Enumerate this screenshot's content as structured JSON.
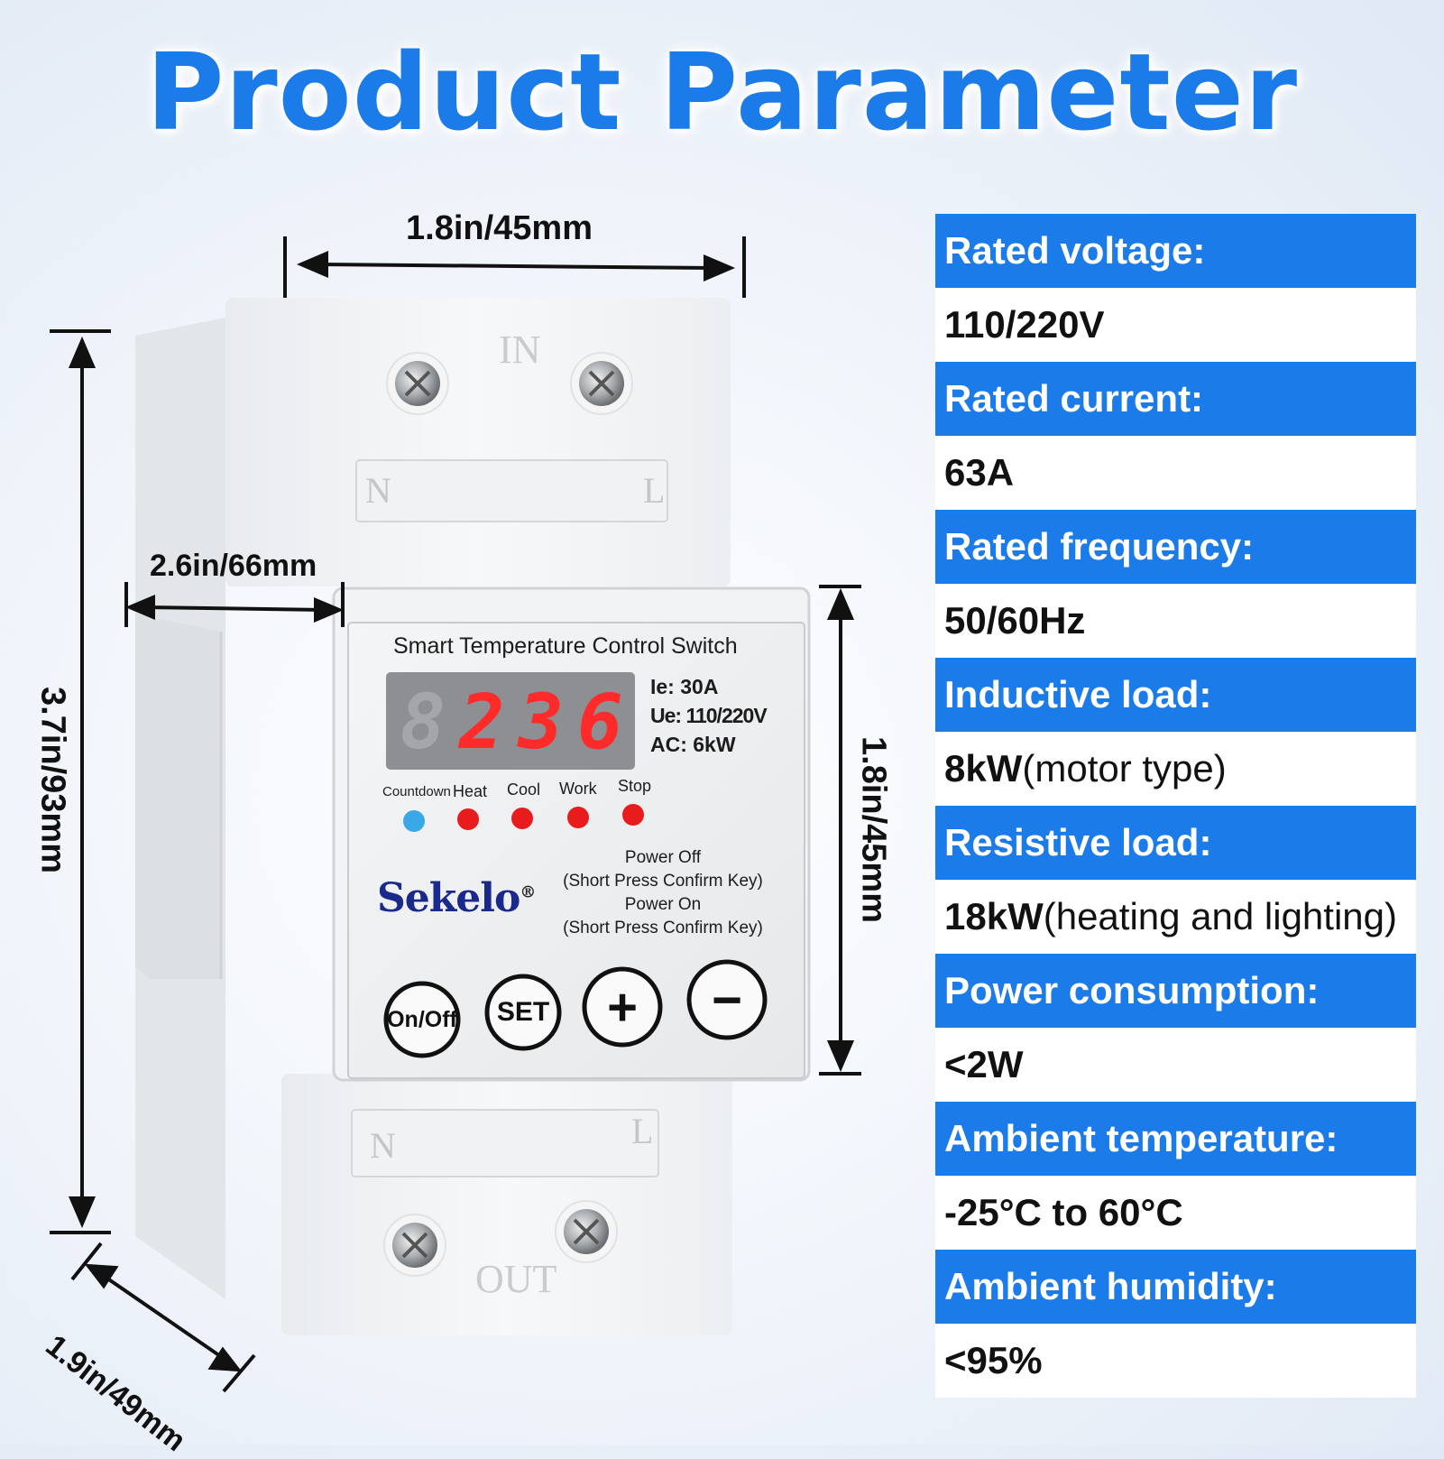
{
  "title": "Product Parameter",
  "dimensions": {
    "top_width": "1.8in/45mm",
    "side_depth": "2.6in/66mm",
    "total_height": "3.7in/93mm",
    "front_height": "1.8in/45mm",
    "bottom_depth": "1.9in/49mm"
  },
  "device": {
    "panel_title": "Smart Temperature Control Switch",
    "display_digits": [
      "8",
      "2",
      "3",
      "6"
    ],
    "ratings": [
      "Ie:  30A",
      "Ue: 110/220V",
      "AC: 6kW"
    ],
    "indicators": [
      {
        "label": "Countdown",
        "color": "#3aa8e8"
      },
      {
        "label": "Heat",
        "color": "#e81c1c"
      },
      {
        "label": "Cool",
        "color": "#e81c1c"
      },
      {
        "label": "Work",
        "color": "#e81c1c"
      },
      {
        "label": "Stop",
        "color": "#e81c1c"
      }
    ],
    "brand": "Sekelo",
    "brand_mark": "®",
    "instructions": [
      "Power Off",
      "(Short Press Confirm Key)",
      "Power On",
      "(Short Press Confirm Key)"
    ],
    "buttons": {
      "onoff": "On/Off",
      "set": "SET",
      "plus": "+",
      "minus": "−"
    },
    "top_terminal_label": "IN",
    "bottom_terminal_label": "OUT",
    "neutral_label": "N",
    "line_label": "L"
  },
  "specs": [
    {
      "label": "Rated voltage:",
      "value": "110/220V",
      "note": ""
    },
    {
      "label": "Rated current:",
      "value": "63A",
      "note": ""
    },
    {
      "label": "Rated frequency:",
      "value": "50/60Hz",
      "note": ""
    },
    {
      "label": "Inductive load:",
      "value": "8kW",
      "note": "(motor type)"
    },
    {
      "label": "Resistive load:",
      "value": "18kW",
      "note": "(heating and lighting)"
    },
    {
      "label": "Power consumption:",
      "value": "<2W",
      "note": ""
    },
    {
      "label": "Ambient temperature:",
      "value": "-25°C to 60°C",
      "note": ""
    },
    {
      "label": "Ambient humidity:",
      "value": "<95%",
      "note": ""
    }
  ],
  "colors": {
    "accent": "#1b7be8",
    "display_red": "#ff2a2a",
    "led_blue": "#3aa8e8"
  }
}
